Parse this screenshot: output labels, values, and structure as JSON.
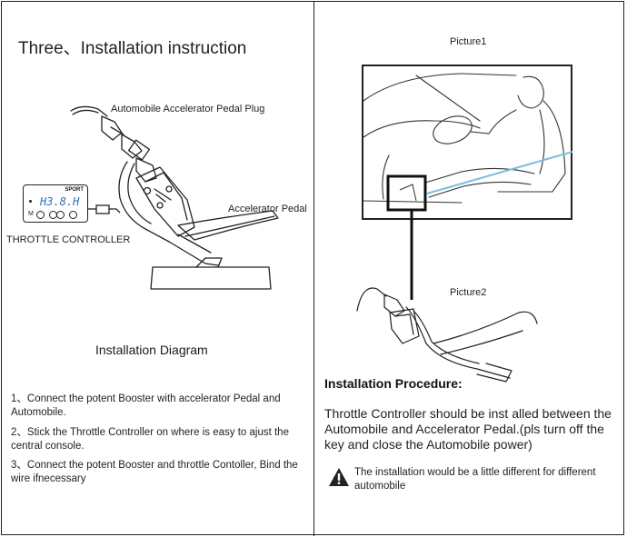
{
  "left": {
    "title": "Three、Installation instruction",
    "label_plug": "Automobile Accelerator Pedal Plug",
    "label_pedal": "Accelerator Pedal",
    "label_controller": "THROTTLE CONTROLLER",
    "device_brand": "SPORT",
    "device_display": "H3.8.H",
    "diagram_caption": "Installation Diagram",
    "steps": [
      "1、Connect the potent Booster with accelerator Pedal and Automobile.",
      "2、Stick the Throttle Controller on where is easy to ajust the central console.",
      "3、Connect the potent Booster and throttle Contoller, Bind the wire ifnecessary"
    ]
  },
  "right": {
    "picture1_label": "Picture1",
    "picture2_label": "Picture2",
    "procedure_title": "Installation Procedure:",
    "procedure_text": "Throttle Controller should be inst alled between the Automobile and Accelerator Pedal.(pls turn off the key and close the Automobile power)",
    "warning_text": "The installation would be a little different for different automobile"
  }
}
